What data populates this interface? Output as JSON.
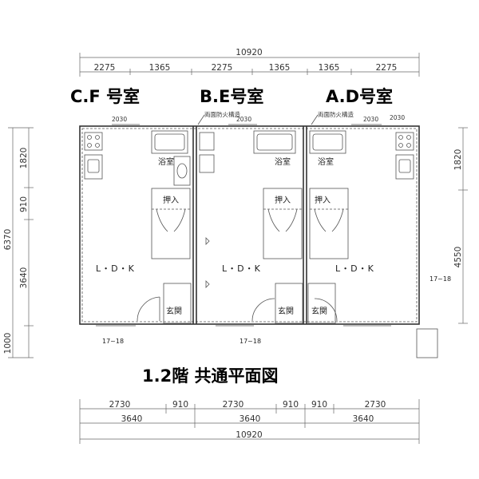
{
  "units": {
    "cf": "C.F 号室",
    "be": "B.E号室",
    "ad": "A.D号室"
  },
  "title": "1.2階 共通平面図",
  "top_dims": {
    "total": "10920",
    "segments": [
      "2275",
      "1365",
      "2275",
      "1365",
      "1365",
      "2275"
    ]
  },
  "bottom_dims": {
    "row1": [
      "2730",
      "910",
      "2730",
      "910",
      "910",
      "2730"
    ],
    "row2": [
      "3640",
      "3640",
      "3640"
    ],
    "total": "10920"
  },
  "left_dims": {
    "total": "6370",
    "segments": [
      "1820",
      "910",
      "3640",
      "1000"
    ]
  },
  "right_dims": {
    "segments": [
      "1820",
      "4550"
    ]
  },
  "window_labels": [
    "2030",
    "2030",
    "2030",
    "2030"
  ],
  "fire_labels": [
    "両面防火構造",
    "両面防火構造"
  ],
  "rooms": {
    "ldk": [
      "L・D・K",
      "L・D・K",
      "L・D・K"
    ],
    "bath": [
      "浴室",
      "浴室",
      "浴室"
    ],
    "storage": [
      "押入",
      "押入",
      "押入"
    ],
    "entry": [
      "玄関",
      "玄関",
      "玄関"
    ]
  },
  "level_notes": [
    "17~18",
    "17~18",
    "17~18"
  ]
}
